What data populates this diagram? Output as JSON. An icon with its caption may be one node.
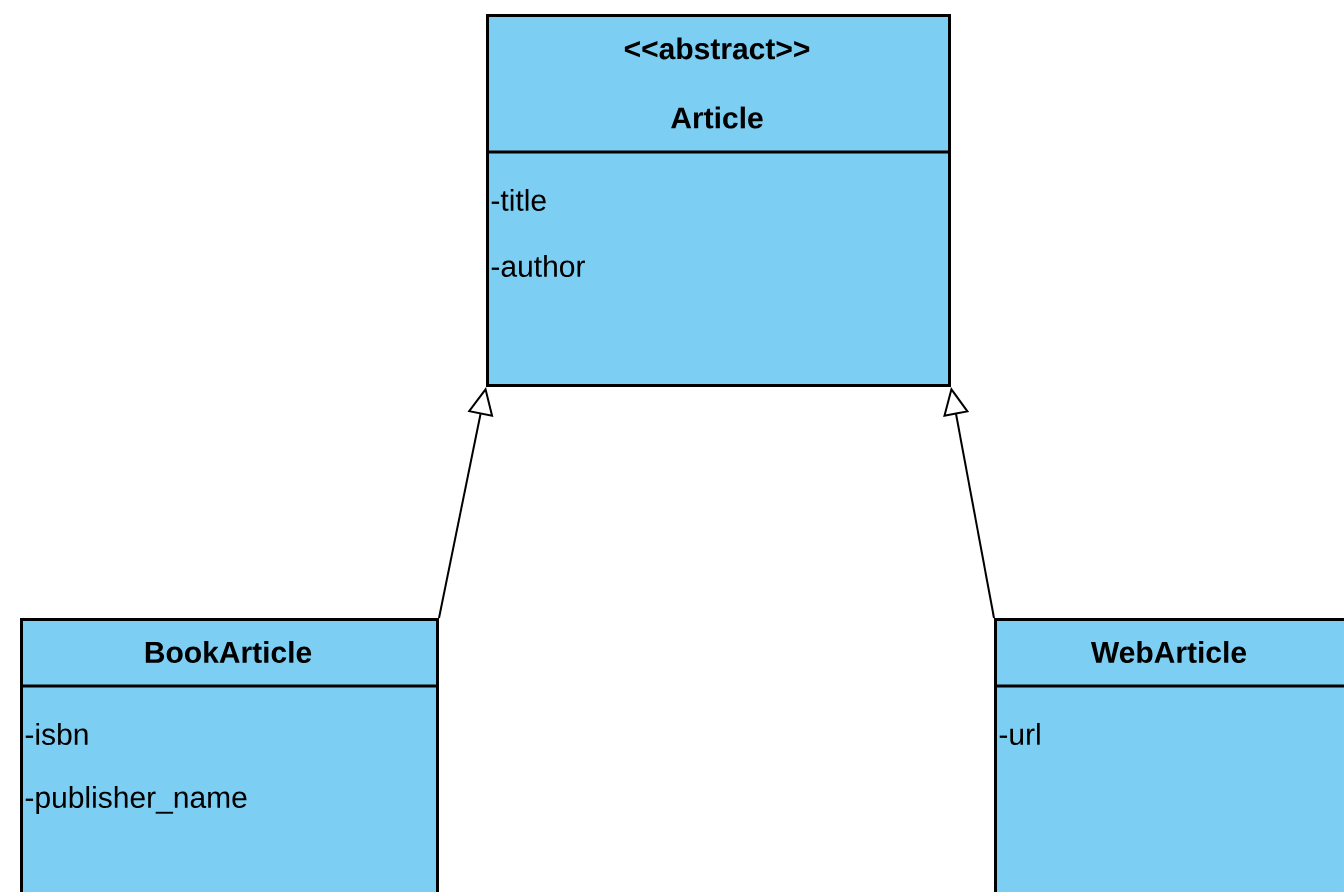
{
  "diagram": {
    "nodes": [
      {
        "text": [
          "<<abstract>>",
          "Article",
          "-title",
          "-author"
        ]
      },
      {
        "text": [
          "BookArticle",
          "-isbn",
          "-publisher_name"
        ]
      },
      {
        "text": [
          "WebArticle",
          "-url"
        ]
      }
    ],
    "edges": [
      {
        "from": 1,
        "to": 0,
        "arrow": "to"
      },
      {
        "from": 2,
        "to": 0,
        "arrow": "to"
      }
    ]
  }
}
